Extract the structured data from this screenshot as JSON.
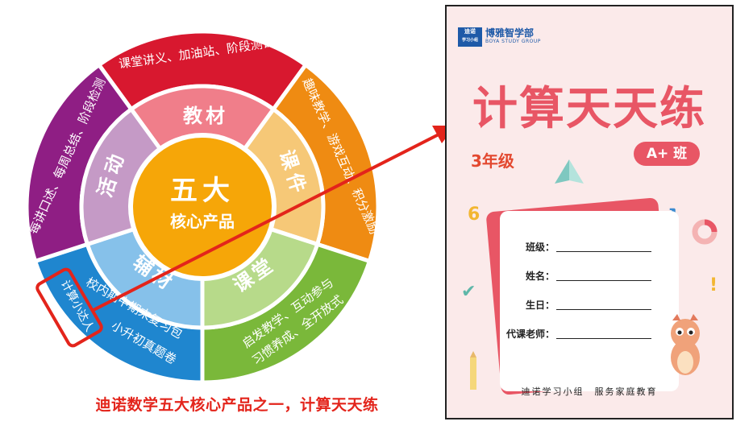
{
  "wheel": {
    "center_line1": "五大",
    "center_line2": "核心产品",
    "segments": [
      {
        "id": "jiaocai",
        "inner_label": "教材",
        "outer_text": "课堂讲义、加油站、阶段测试卷",
        "outer_color": "#d8182f",
        "inner_color": "#f07e8a"
      },
      {
        "id": "kejian",
        "inner_label": "课件",
        "outer_text": "趣味教学、游戏互动、积分激励",
        "outer_color": "#ef8b12",
        "inner_color": "#f6c877"
      },
      {
        "id": "ketang",
        "inner_label": "课堂",
        "outer_text_line1": "启发教学、互动参与",
        "outer_text_line2": "习惯养成、全开放式",
        "outer_color": "#7ab83a",
        "inner_color": "#b7da8a"
      },
      {
        "id": "fucai",
        "inner_label": "辅材",
        "outer_text_line1": "校内期中期末复习包",
        "outer_text_line2": "小升初真题卷",
        "outer_text_line3": "计算小达人",
        "outer_color": "#1f86cf",
        "inner_color": "#86c1ea"
      },
      {
        "id": "huodong",
        "inner_label": "活动",
        "outer_text": "每讲口述、每周总结、阶段检测",
        "outer_color": "#8f1e84",
        "inner_color": "#c59ac6"
      }
    ],
    "colors": {
      "center": "#f6a608",
      "highlight": "#e3241b"
    }
  },
  "caption": "迪诺数学五大核心产品之一，计算天天练",
  "cover": {
    "logo_text_line1": "迪诺",
    "logo_text_line2": "学习小组",
    "brand_name": "博雅智学部",
    "brand_sub": "BOYA STUDY GROUP",
    "title": "计算天天练",
    "grade": "3年级",
    "badge": "A+ 班",
    "fields": [
      "班级：",
      "姓名：",
      "生日：",
      "代课老师："
    ],
    "footer": "迪诺学习小组　服务家庭教育",
    "deco_number": "6"
  }
}
